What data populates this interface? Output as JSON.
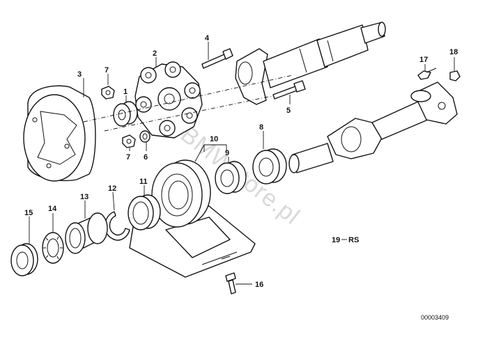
{
  "callouts": {
    "c1": "1",
    "c2": "2",
    "c3": "3",
    "c4": "4",
    "c5": "5",
    "c6": "6",
    "c7a": "7",
    "c7b": "7",
    "c8": "8",
    "c9": "9",
    "c10": "10",
    "c11": "11",
    "c12": "12",
    "c13": "13",
    "c14": "14",
    "c15": "15",
    "c16": "16",
    "c17": "17",
    "c18": "18",
    "c19": "19",
    "rs": "RS"
  },
  "watermark": "www.BMWstore.pl",
  "doc_number": "00003409"
}
